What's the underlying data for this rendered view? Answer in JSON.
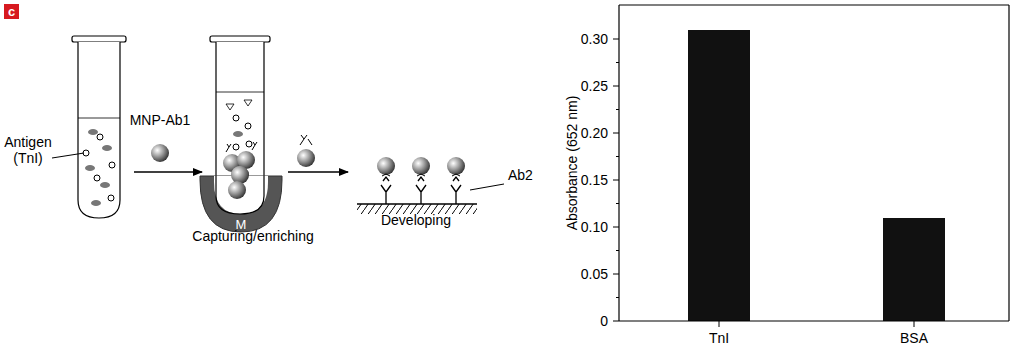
{
  "diagram": {
    "nodes": [
      {
        "text": [
          "c"
        ]
      },
      {
        "text": [
          "M"
        ]
      }
    ],
    "labels": [
      "Antigen (TnI)",
      "MNP-Ab1",
      "Capturing/enriching",
      "Developing",
      "Ab2",
      "Absorbance (652 nm)",
      "0.30",
      "0.25",
      "0.20",
      "0.15",
      "0.10",
      "0.05",
      "0",
      "TnI",
      "BSA"
    ]
  }
}
